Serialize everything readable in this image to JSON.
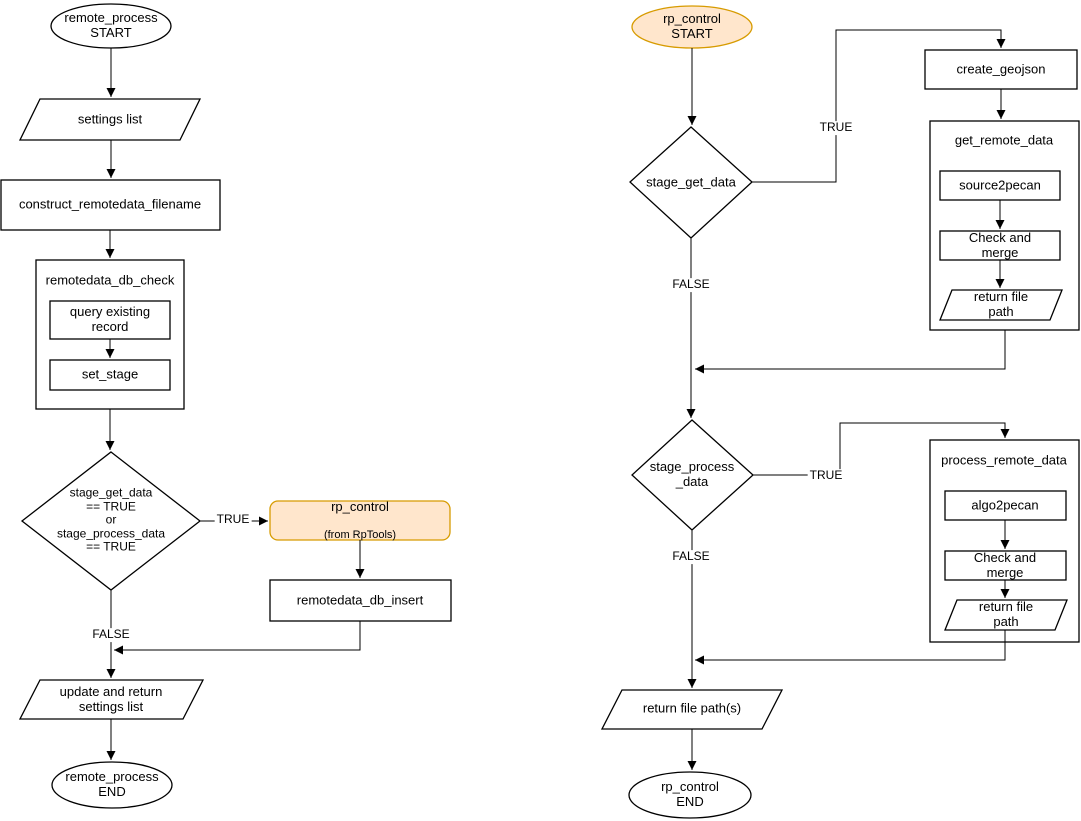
{
  "colors": {
    "highlight_fill": "#FFE6CC",
    "highlight_stroke": "#D79B00",
    "shape_fill": "#FFFFFF",
    "shape_stroke": "#000000",
    "line": "#000000"
  },
  "left": {
    "start": "remote_process\nSTART",
    "settings_list": "settings list",
    "construct_filename": "construct_remotedata_filename",
    "db_check": {
      "title": "remotedata_db_check",
      "query_existing": "query existing\nrecord",
      "set_stage": "set_stage"
    },
    "decision": "stage_get_data\n== TRUE\nor\nstage_process_data\n== TRUE",
    "edge_true": "TRUE",
    "edge_false": "FALSE",
    "rp_control": {
      "title": "rp_control",
      "subtitle": "(from RpTools)"
    },
    "db_insert": "remotedata_db_insert",
    "update_return": "update and return\nsettings list",
    "end": "remote_process\nEND"
  },
  "right": {
    "start": "rp_control\nSTART",
    "decision_get_data": "stage_get_data",
    "edge_true_get": "TRUE",
    "edge_false_get": "FALSE",
    "create_geojson": "create_geojson",
    "get_remote_data": {
      "title": "get_remote_data",
      "source2pecan": "source2pecan",
      "check_and_merge": "Check and merge",
      "return_file_path": "return file path"
    },
    "decision_process_data": "stage_process\n_data",
    "edge_true_process": "TRUE",
    "edge_false_process": "FALSE",
    "process_remote_data": {
      "title": "process_remote_data",
      "algo2pecan": "algo2pecan",
      "check_and_merge": "Check and merge",
      "return_file_path": "return file path"
    },
    "return_file_paths": "return file path(s)",
    "end": "rp_control\nEND"
  }
}
